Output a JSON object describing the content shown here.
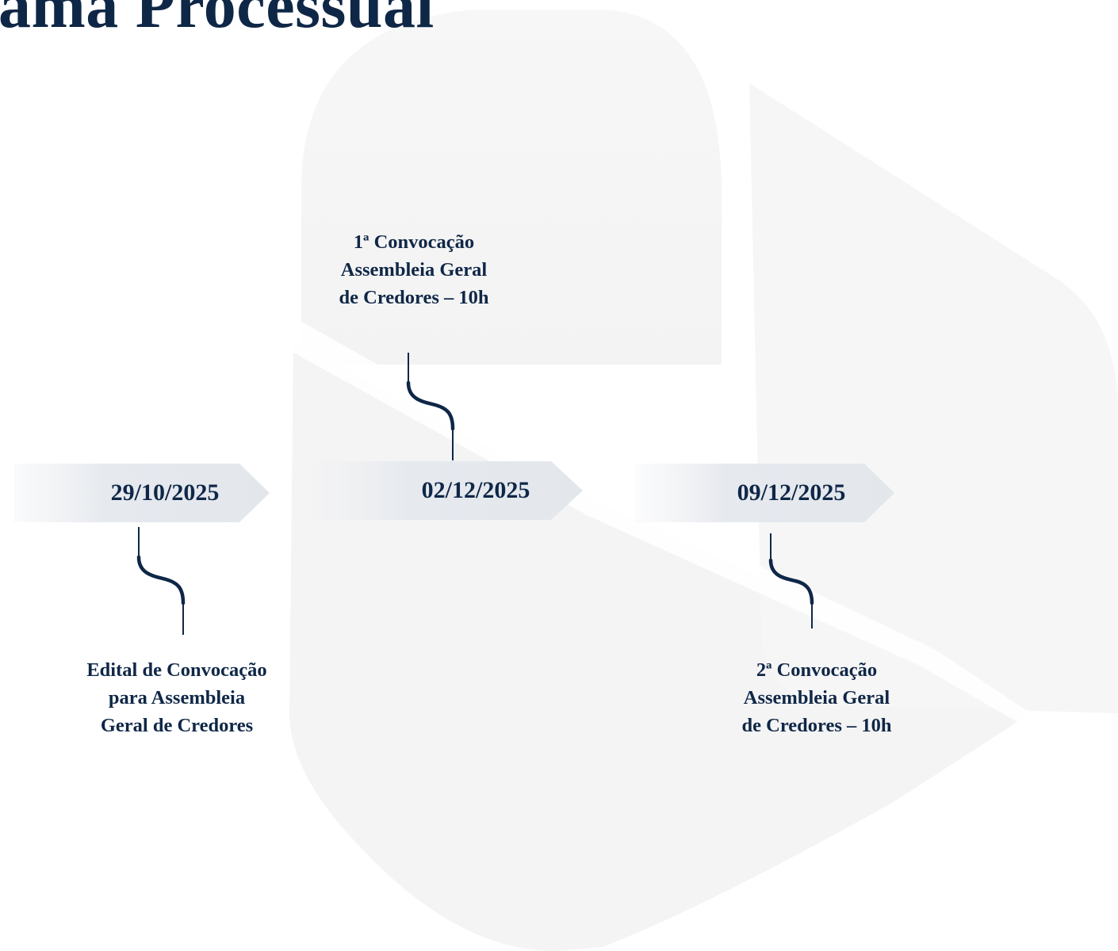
{
  "title": "ama Processual",
  "colors": {
    "text": "#0f2747",
    "banner": "#e6e9ee",
    "watermark": "#f5f5f5"
  },
  "timeline": [
    {
      "date": "29/10/2025",
      "event": "Edital de Convocação\npara Assembleia\nGeral de Credores"
    },
    {
      "date": "02/12/2025",
      "event": "1ª Convocação\nAssembleia Geral\nde Credores – 10h"
    },
    {
      "date": "09/12/2025",
      "event": "2ª Convocação\nAssembleia Geral\nde Credores – 10h"
    }
  ]
}
